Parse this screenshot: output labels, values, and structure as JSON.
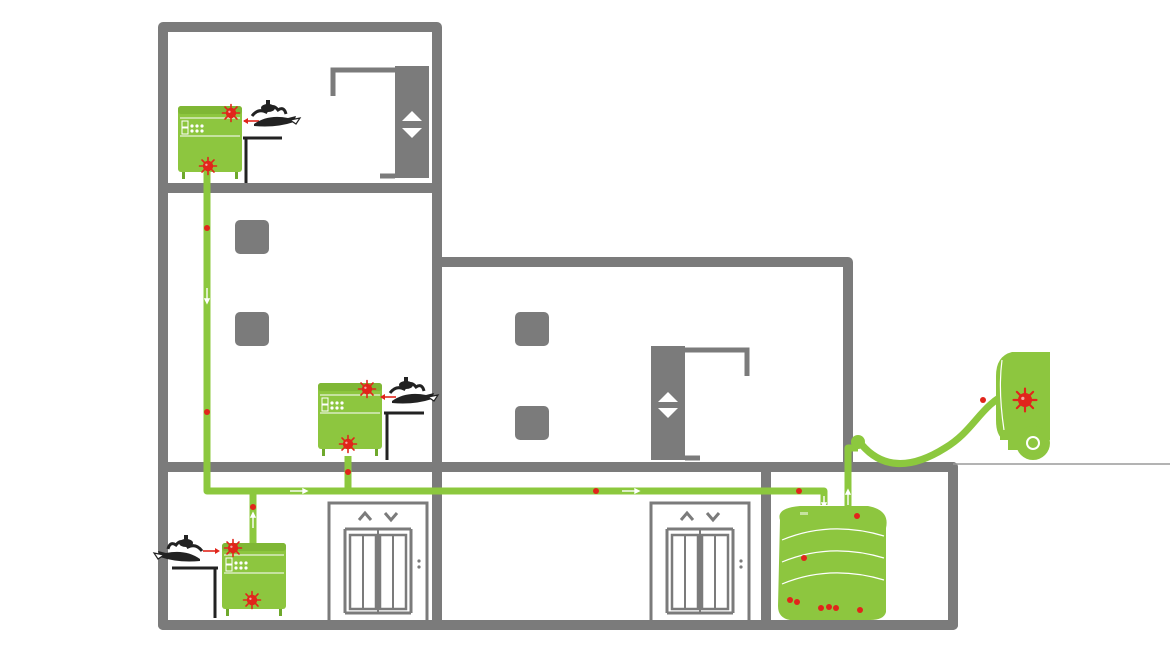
{
  "title": "",
  "colors": {
    "wall": "#7b7b7b",
    "wall_dark": "#6f6f6f",
    "green": "#8dc63f",
    "green_dark": "#6ea82c",
    "green_pipe": "#8cc83e",
    "virus": "#e1251b",
    "arrow": "#e1251b",
    "white": "#ffffff",
    "black": "#222222"
  },
  "icons": {
    "disposal_unit": "food-waste-disposal-unit-icon",
    "sink_waste": "sink-with-food-scraps-icon",
    "bacteria": "bacteria-icon",
    "elevator": "elevator-doors-icon",
    "lift_call": "lift-call-button-icon",
    "storage_tank": "waste-storage-tank-icon",
    "collection_truck": "vacuum-collection-truck-icon",
    "vent": "wall-vent-icon",
    "flow_arrow": "flow-direction-arrow-icon"
  },
  "flow": {
    "directions": [
      "down",
      "right",
      "right",
      "up",
      "up"
    ]
  }
}
